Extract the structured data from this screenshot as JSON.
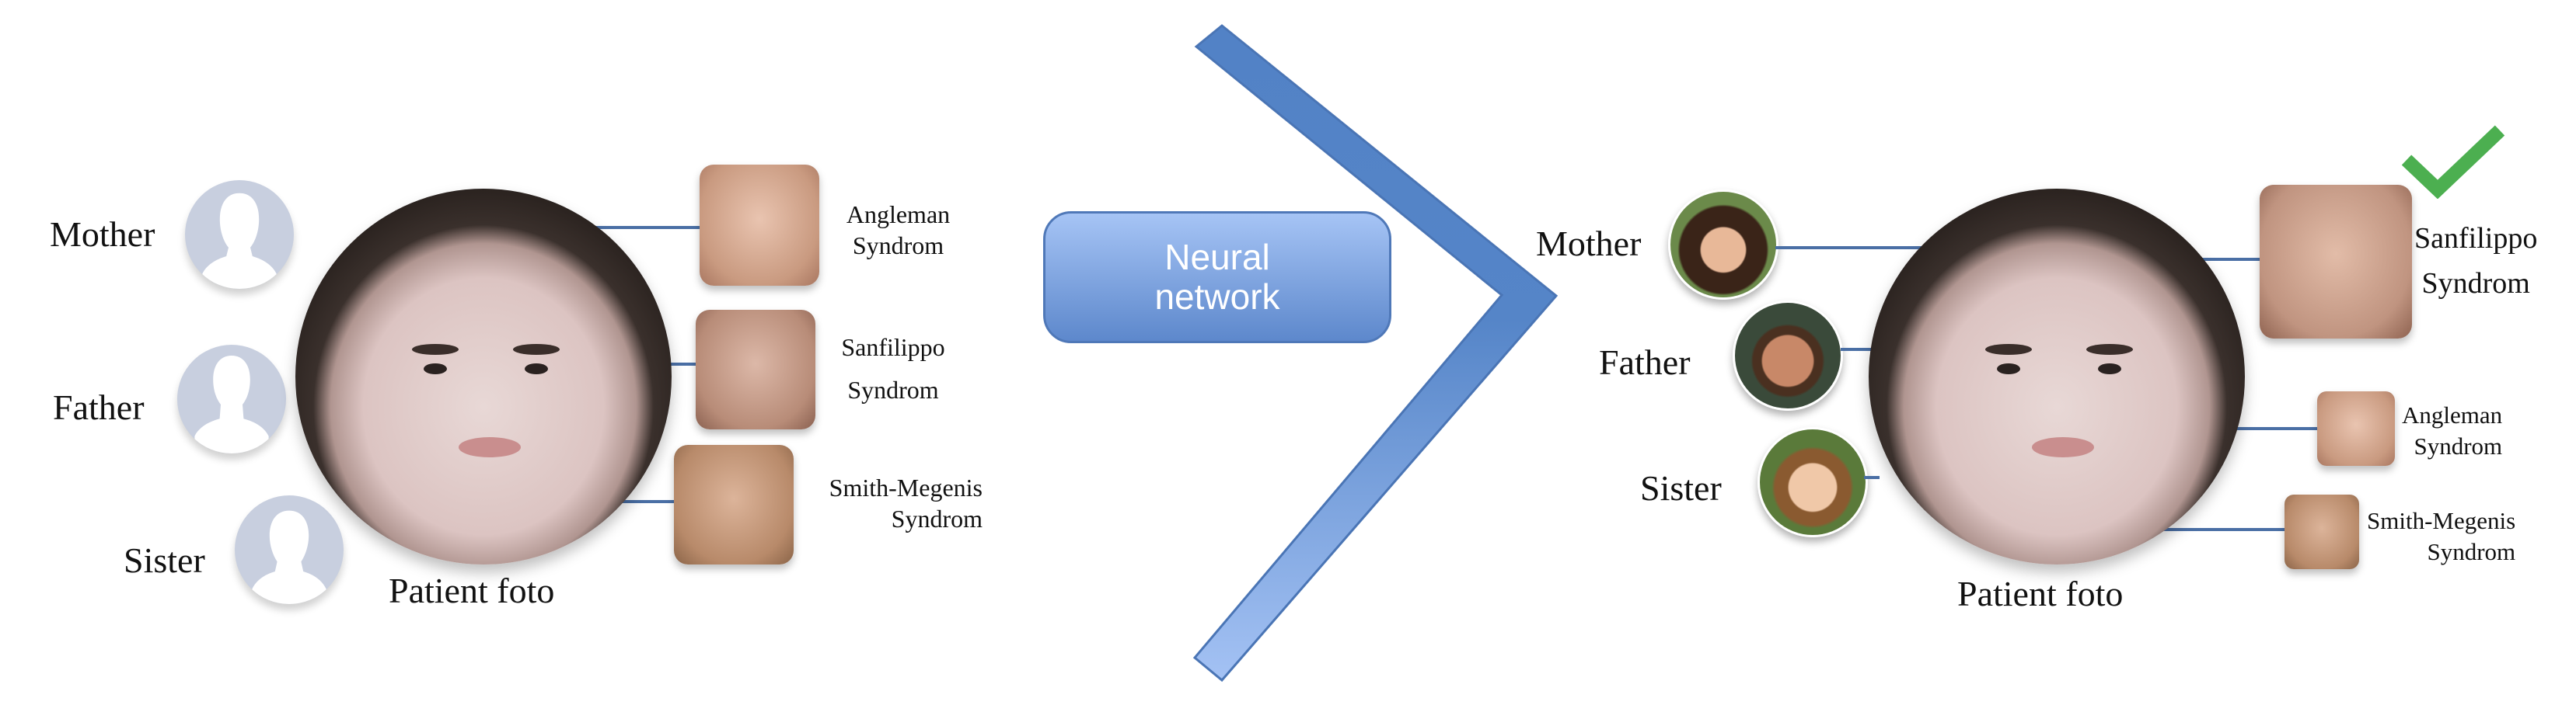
{
  "left_panel": {
    "family": [
      {
        "label": "Mother",
        "icon": "person-silhouette-icon"
      },
      {
        "label": "Father",
        "icon": "person-silhouette-icon"
      },
      {
        "label": "Sister",
        "icon": "person-silhouette-icon"
      }
    ],
    "patient_label": "Patient foto",
    "syndromes": [
      {
        "line1": "Angleman",
        "line2": "Syndrom"
      },
      {
        "line1": "Sanfilippo",
        "line2": "Syndrom"
      },
      {
        "line1": "Smith-Megenis",
        "line2": "Syndrom"
      }
    ]
  },
  "center": {
    "box_line1": "Neural",
    "box_line2": "network",
    "colors": {
      "box_top": "#a4c2f4",
      "box_bottom": "#5b86c9",
      "chevron": "#5585c8"
    }
  },
  "right_panel": {
    "family": [
      {
        "label": "Mother"
      },
      {
        "label": "Father"
      },
      {
        "label": "Sister"
      }
    ],
    "patient_label": "Patient foto",
    "syndromes": [
      {
        "line1": "Sanfilippo",
        "line2": "Syndrom",
        "selected": true
      },
      {
        "line1": "Angleman",
        "line2": "Syndrom"
      },
      {
        "line1": "Smith-Megenis",
        "line2": "Syndrom"
      }
    ],
    "check_color": "#4caf50"
  }
}
